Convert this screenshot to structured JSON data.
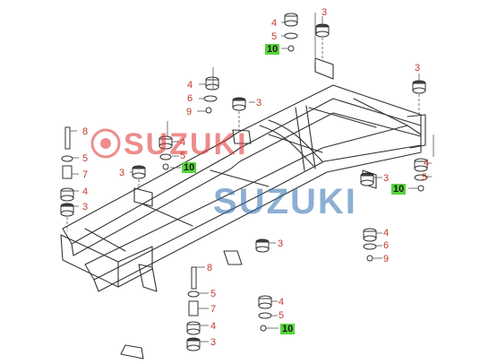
{
  "watermark": {
    "logo_text_1": "SUZUKI",
    "logo_text_2": "SUZUKI",
    "color_red": "#e03030",
    "color_blue": "#2f6fb0"
  },
  "callouts": [
    {
      "id": "c01",
      "text": "4",
      "hl": false
    },
    {
      "id": "c02",
      "text": "3",
      "hl": false
    },
    {
      "id": "c03",
      "text": "5",
      "hl": false
    },
    {
      "id": "c04",
      "text": "10",
      "hl": true
    },
    {
      "id": "c05",
      "text": "3",
      "hl": false
    },
    {
      "id": "c06",
      "text": "4",
      "hl": false
    },
    {
      "id": "c07",
      "text": "6",
      "hl": false
    },
    {
      "id": "c08",
      "text": "3",
      "hl": false
    },
    {
      "id": "c09",
      "text": "9",
      "hl": false
    },
    {
      "id": "c10",
      "text": "8",
      "hl": false
    },
    {
      "id": "c11",
      "text": "4",
      "hl": false
    },
    {
      "id": "c12",
      "text": "5",
      "hl": false
    },
    {
      "id": "c13",
      "text": "5",
      "hl": false
    },
    {
      "id": "c14",
      "text": "3",
      "hl": false
    },
    {
      "id": "c15",
      "text": "10",
      "hl": true
    },
    {
      "id": "c16",
      "text": "7",
      "hl": false
    },
    {
      "id": "c17",
      "text": "4",
      "hl": false
    },
    {
      "id": "c18",
      "text": "5",
      "hl": false
    },
    {
      "id": "c19",
      "text": "3",
      "hl": false
    },
    {
      "id": "c20",
      "text": "3",
      "hl": false
    },
    {
      "id": "c21",
      "text": "10",
      "hl": true
    },
    {
      "id": "c22",
      "text": "4",
      "hl": false
    },
    {
      "id": "c23",
      "text": "3",
      "hl": false
    },
    {
      "id": "c24",
      "text": "4",
      "hl": false
    },
    {
      "id": "c25",
      "text": "6",
      "hl": false
    },
    {
      "id": "c26",
      "text": "9",
      "hl": false
    },
    {
      "id": "c27",
      "text": "8",
      "hl": false
    },
    {
      "id": "c28",
      "text": "5",
      "hl": false
    },
    {
      "id": "c29",
      "text": "7",
      "hl": false
    },
    {
      "id": "c30",
      "text": "4",
      "hl": false
    },
    {
      "id": "c31",
      "text": "3",
      "hl": false
    },
    {
      "id": "c32",
      "text": "4",
      "hl": false
    },
    {
      "id": "c33",
      "text": "5",
      "hl": false
    },
    {
      "id": "c34",
      "text": "10",
      "hl": true
    }
  ]
}
